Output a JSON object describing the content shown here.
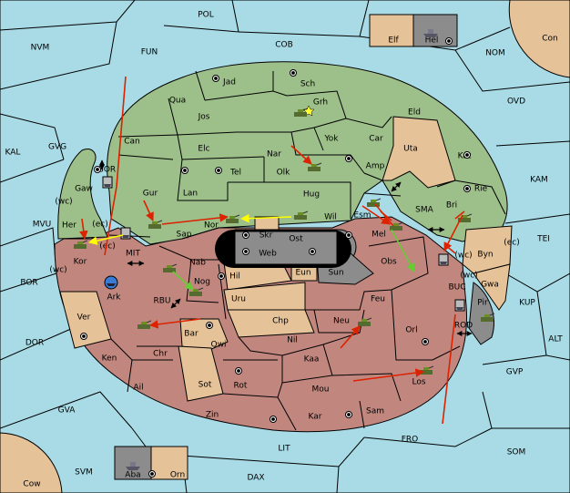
{
  "colors": {
    "sea": "#a8dbe6",
    "green_power": "#9dbf8a",
    "red_power": "#c1877f",
    "neutral_land": "#e6c298",
    "gray_power": "#8c8c8c",
    "order_move": "#dd2200",
    "order_support": "#ffff00",
    "order_convoy": "#66cc33"
  },
  "icons": {
    "unit": "tank-icon",
    "fleet": "ship-icon",
    "supply_center": "supply-center-icon",
    "home_center": "star-icon",
    "canal": "two-way-arrow-icon"
  },
  "sea_labels": [
    "POL",
    "NVM",
    "FUN",
    "COB",
    "NOM",
    "OVD",
    "KAL",
    "GVG",
    "KAM",
    "MVU",
    "TEI",
    "BOR",
    "SMA",
    "MIT",
    "RBU",
    "KUP",
    "ALT",
    "DOR",
    "GVP",
    "GVA",
    "FRO",
    "SOM",
    "LIT",
    "SVM",
    "DAX",
    "Con",
    "Cow",
    "Elf",
    "Hel",
    "Aba",
    "Orn"
  ],
  "green_labels": [
    "Jad",
    "Sch",
    "Qua",
    "Grh",
    "Jos",
    "Eld",
    "Can",
    "Yok",
    "Car",
    "Elc",
    "Nar",
    "Tel",
    "Olk",
    "Amp",
    "Kat",
    "GOR",
    "Gaw",
    "Gur",
    "Lan",
    "Hug",
    "Rie",
    "Bri",
    "Esm",
    "Nor",
    "Wil",
    "Sap",
    "Her",
    "Kor"
  ],
  "neutral_labels": [
    "Uta",
    "Skr",
    "Eun",
    "Hil",
    "Uru",
    "Chp",
    "Ver",
    "Bar",
    "Sot",
    "Byn",
    "Gwa"
  ],
  "gray_labels": [
    "Web",
    "Ost",
    "Sun",
    "Pir"
  ],
  "red_labels": [
    "Mel",
    "Nab",
    "Nog",
    "Obs",
    "Feu",
    "Ark",
    "Neu",
    "Orl",
    "Qwi",
    "Nil",
    "Ken",
    "Chr",
    "Kaa",
    "Ail",
    "Rot",
    "Mou",
    "Los",
    "Zin",
    "Kar",
    "Sam"
  ],
  "coast_labels": [
    "(wc)",
    "(ec)",
    "(ec)",
    "(wc)",
    "(wc)",
    "(ec)",
    "(wc)"
  ],
  "other_labels": [
    "BUC",
    "ROD"
  ]
}
